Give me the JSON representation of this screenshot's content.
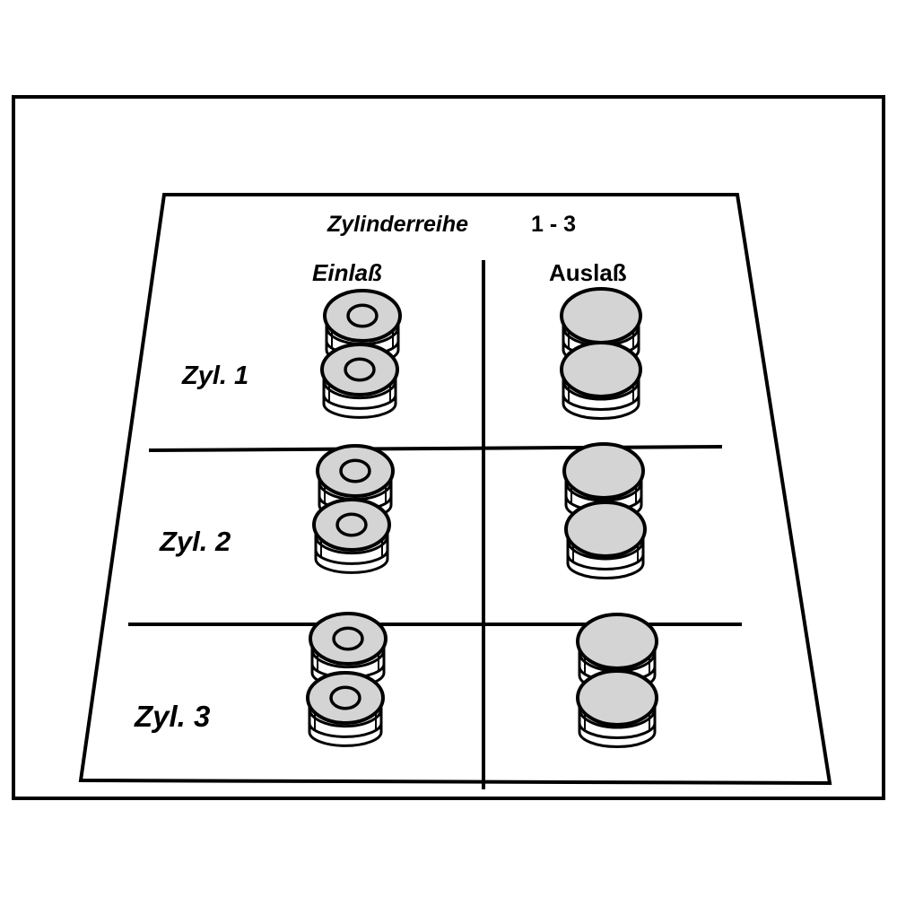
{
  "title": "Zylinderreihe",
  "title_range": "1 - 3",
  "columns": {
    "intake": "Einlaß",
    "exhaust": "Auslaß"
  },
  "rows": [
    {
      "label": "Zyl. 1"
    },
    {
      "label": "Zyl. 2"
    },
    {
      "label": "Zyl. 3"
    }
  ],
  "colors": {
    "valve_fill": "#d4d4d4",
    "line": "#000000",
    "background": "#ffffff"
  },
  "valve_types": {
    "intake": "ring-center",
    "exhaust": "plain"
  },
  "valves_per_cell": 2
}
